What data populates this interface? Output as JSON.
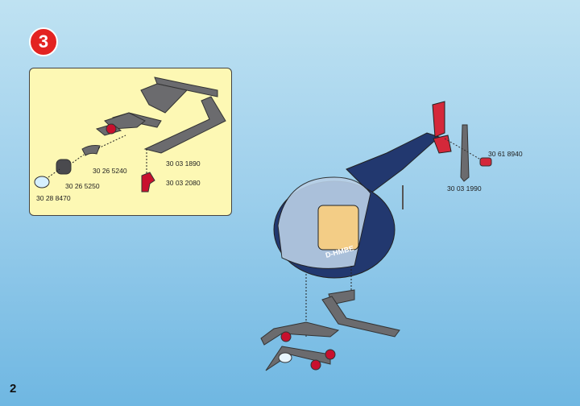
{
  "step_number": "3",
  "page_number": "2",
  "inset_parts": [
    {
      "id": "30 28 8470"
    },
    {
      "id": "30 26 5250"
    },
    {
      "id": "30 26 5240"
    },
    {
      "id": "30 03 1890"
    },
    {
      "id": "30 03 2080"
    }
  ],
  "main_parts": [
    {
      "id": "30 61 8940"
    },
    {
      "id": "30 03 1990"
    }
  ],
  "helicopter_registration": "D-HMBE"
}
